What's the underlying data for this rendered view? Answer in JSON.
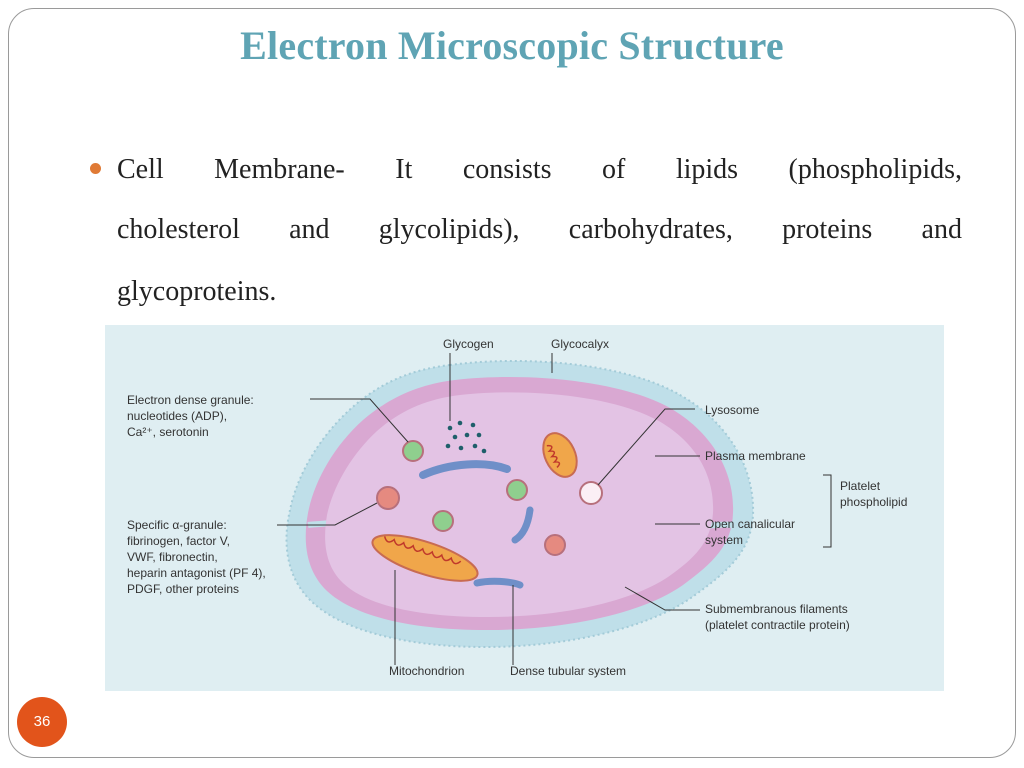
{
  "slide": {
    "title": "Electron Microscopic Structure",
    "page_number": "36"
  },
  "bullet": {
    "lines": [
      "Cell Membrane- It consists of lipids (phospholipids,",
      "cholesterol and glycolipids), carbohydrates, proteins and",
      "glycoproteins."
    ]
  },
  "figure": {
    "labels": {
      "glycogen": "Glycogen",
      "glycocalyx": "Glycocalyx",
      "dense_granule_1": "Electron dense granule:",
      "dense_granule_2": "nucleotides (ADP),",
      "dense_granule_3": "Ca²⁺, serotonin",
      "lysosome": "Lysosome",
      "plasma_membrane": "Plasma membrane",
      "platelet_1": "Platelet",
      "platelet_2": "phospholipid",
      "alpha_1": "Specific α-granule:",
      "alpha_2": "fibrinogen, factor V,",
      "alpha_3": "VWF, fibronectin,",
      "alpha_4": "heparin antagonist (PF 4),",
      "alpha_5": "PDGF, other proteins",
      "ocs_1": "Open canalicular",
      "ocs_2": "system",
      "submem_1": "Submembranous filaments",
      "submem_2": "(platelet contractile protein)",
      "mito": "Mitochondrion",
      "dts": "Dense tubular system"
    },
    "colors": {
      "background": "#dfeef2",
      "glycocalyx": "#bfdfe9",
      "membrane": "#d9a8d2",
      "cytoplasm": "#e3c3e4",
      "granule_green": "#8fcf8e",
      "granule_red": "#e58a80",
      "mito_fill": "#f0a64a",
      "tubule": "#6f8fc8"
    }
  }
}
